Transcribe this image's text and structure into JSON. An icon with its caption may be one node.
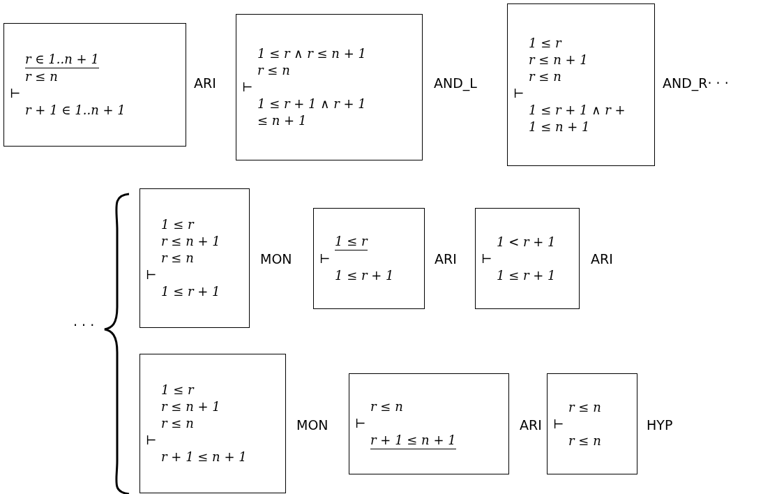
{
  "diagram": {
    "nodes": [
      {
        "text": [
          "r ∈ 1..n + 1",
          "r ≤ n",
          "⊢",
          "r + 1 ∈ 1..n + 1"
        ]
      },
      {
        "text": [
          "1 ≤ r ∧ r ≤ n + 1",
          "r ≤ n",
          "⊢",
          "1 ≤ r + 1 ∧ r + 1 ≤ n + 1"
        ]
      },
      {
        "text": [
          "1 ≤ r",
          "r ≤ n + 1",
          "r ≤ n",
          "⊢",
          "1 ≤ r + 1 ∧ r + 1 ≤ n + 1"
        ]
      },
      {
        "text": [
          "1 ≤ r",
          "r ≤ n + 1",
          "r ≤ n",
          "⊢",
          "1 ≤ r + 1"
        ]
      },
      {
        "text": [
          "1 ≤ r",
          "⊢",
          "1 ≤ r + 1"
        ]
      },
      {
        "text": [
          "1 < r + 1",
          "⊢",
          "1 ≤ r + 1"
        ]
      },
      {
        "text": [
          "1 ≤ r",
          "r ≤ n + 1",
          "r ≤ n",
          "⊢",
          "r + 1 ≤ n + 1"
        ]
      },
      {
        "text": [
          "r ≤ n",
          "⊢",
          "r + 1 ≤ n + 1"
        ]
      },
      {
        "text": [
          "r ≤ n",
          "⊢",
          "r ≤ n"
        ]
      }
    ],
    "edges": [],
    "labels": [
      "ARI",
      "AND_L",
      "AND_R· · ·",
      "· · ·",
      "MON",
      "ARI",
      "ARI",
      "MON",
      "ARI",
      "HYP"
    ]
  }
}
